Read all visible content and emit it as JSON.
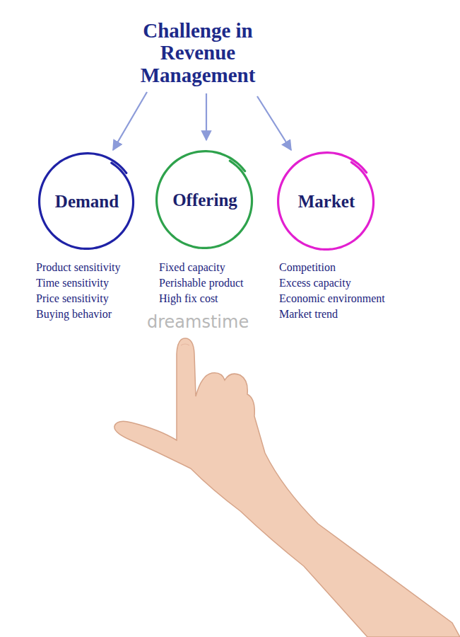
{
  "diagram": {
    "title": "Challenge in Revenue Management",
    "nodes": [
      {
        "text": [
          "Demand"
        ]
      },
      {
        "text": [
          "Offering"
        ]
      },
      {
        "text": [
          "Market"
        ]
      }
    ],
    "labels": [
      "Product sensitivity",
      "Time sensitivity",
      "Price sensitivity",
      "Buying behavior",
      "Fixed capacity",
      "Perishable product",
      "High fix cost",
      "Competition",
      "Excess capacity",
      "Economic environment",
      "Market trend",
      "dreamstime"
    ]
  }
}
